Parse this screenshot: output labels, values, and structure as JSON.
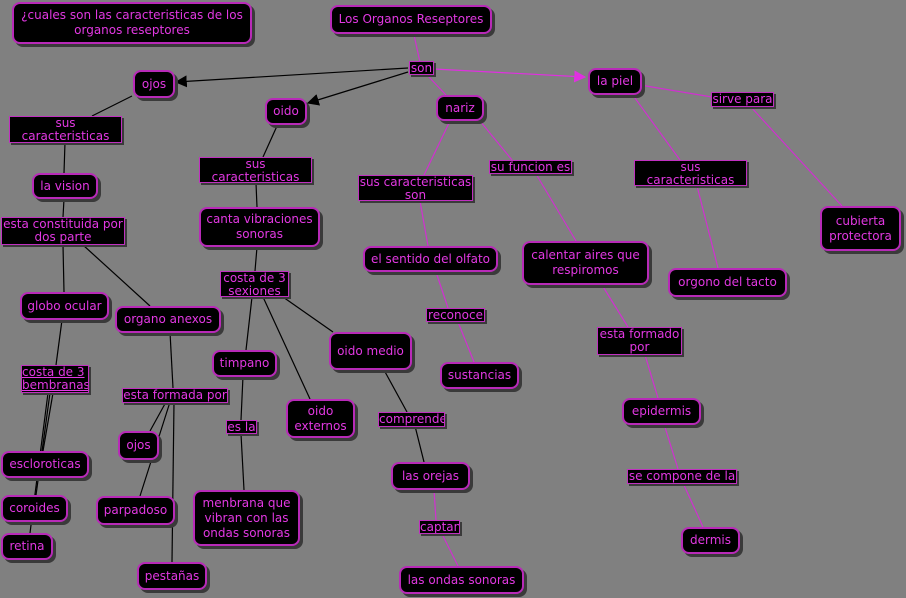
{
  "colors": {
    "background": "#808080",
    "node_fill": "#000000",
    "border": "#b82ab8",
    "text": "#e238e2"
  },
  "question": "¿cuales son las caracteristicas de los organos reseptores",
  "root": "Los Organos Reseptores",
  "links": {
    "son": "son",
    "ojos_car": "sus caracteristicas son",
    "constituida": "esta constituida por dos parte",
    "costa3b": "costa de 3 bembranas",
    "formada": "esta formada por",
    "oido_car": "sus caracteristicas son",
    "costa3s": "costa de 3 sexiones",
    "esla": "es la",
    "comprende": "comprende",
    "captan": "captan",
    "nariz_car": "sus caracteristicas son",
    "funcion": "su funcion es",
    "reconoce": "reconoce",
    "formado": "esta formado por",
    "compone": "se compone de la",
    "piel_car": "sus caracteristicas son",
    "sirve": "sirve para"
  },
  "concepts": {
    "ojos": "ojos",
    "oido": "oido",
    "nariz": "nariz",
    "piel": "la piel",
    "vision": "la vision",
    "globo": "globo ocular",
    "anexos": "organo anexos",
    "ojos2": "ojos",
    "escle": "escloroticas",
    "coroides": "coroides",
    "retina": "retina",
    "parpadoso": "parpadoso",
    "pestanas": "pestañas",
    "canta": "canta vibraciones sonoras",
    "timpano": "timpano",
    "externos": "oido externos",
    "medio": "oido medio",
    "menbrana": "menbrana que vibran con las ondas sonoras",
    "orejas": "las orejas",
    "ondas": "las ondas sonoras",
    "olfato": "el sentido del olfato",
    "sustancias": "sustancias",
    "calentar": "calentar aires que respiromos",
    "epidermis": "epidermis",
    "dermis": "dermis",
    "tacto": "orgono del tacto",
    "cubierta": "cubierta protectora"
  }
}
